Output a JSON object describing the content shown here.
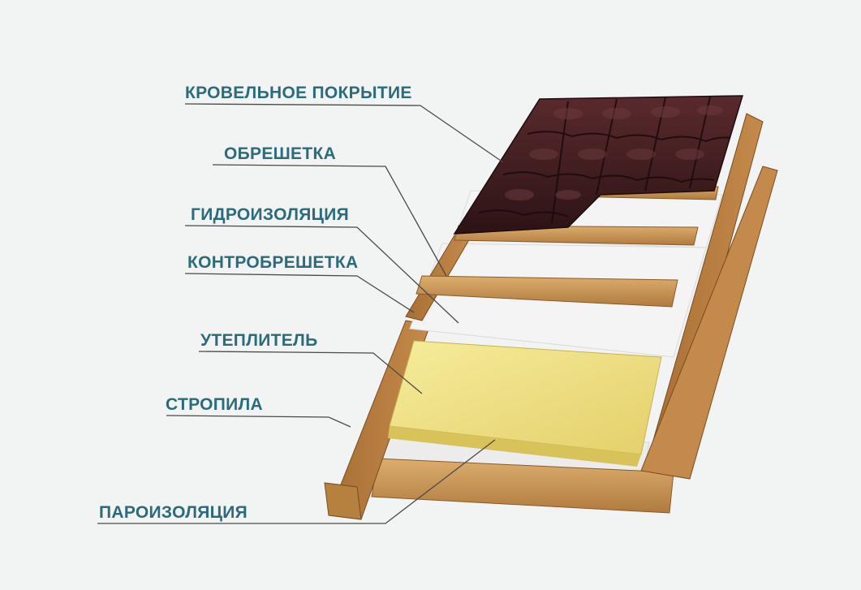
{
  "colors": {
    "background": "#f2f3f3",
    "label_text": "#2b6b7c",
    "leader_line": "#4a4a4a",
    "roof_tile": "#3d1c1f",
    "wood": "#c99556",
    "membrane": "#f0f0f0",
    "insulation": "#efe38a"
  },
  "labels": {
    "roofing": "КРОВЕЛЬНОЕ ПОКРЫТИЕ",
    "battens": "ОБРЕШЕТКА",
    "waterproofing": "ГИДРОИЗОЛЯЦИЯ",
    "counter_battens": "КОНТРОБРЕШЕТКА",
    "insulation": "УТЕПЛИТЕЛЬ",
    "rafters": "СТРОПИЛА",
    "vapor_barrier": "ПАРОИЗОЛЯЦИЯ"
  }
}
